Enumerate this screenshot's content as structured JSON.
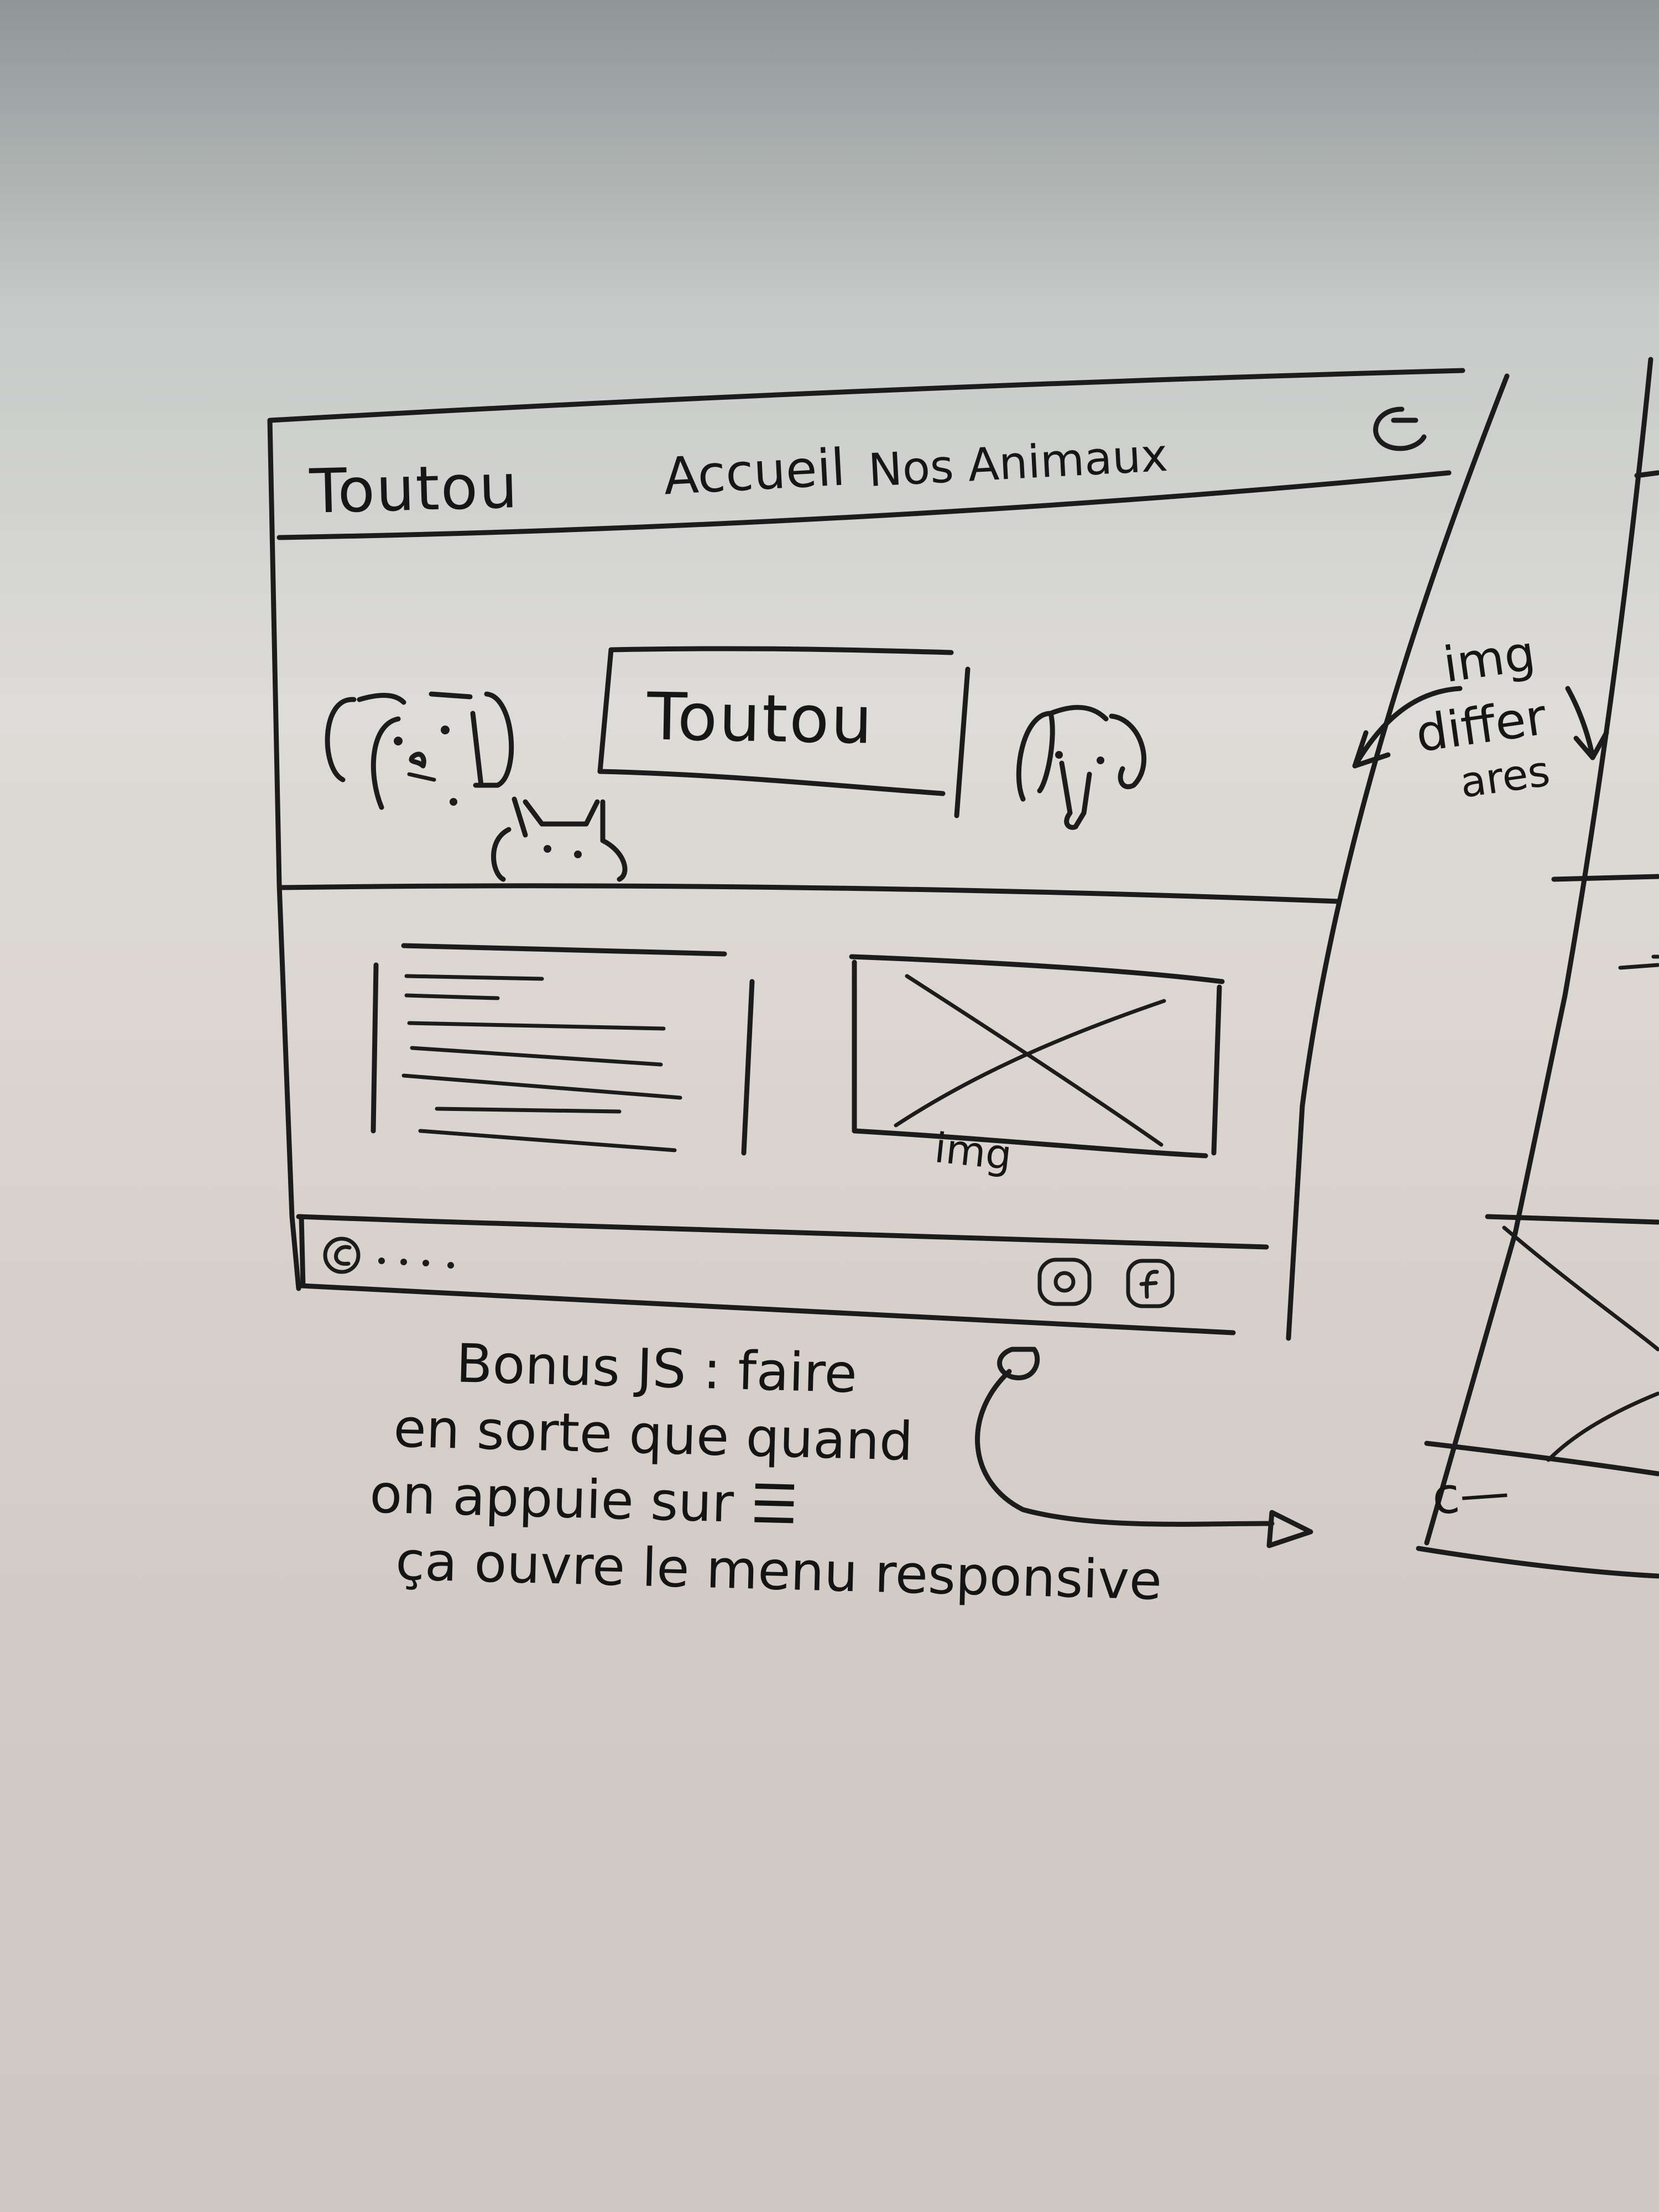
{
  "header": {
    "logo": "Toutou",
    "nav": [
      "Accueil",
      "Nos Animaux"
    ],
    "menu_icon": "menu-icon"
  },
  "hero": {
    "title": "Toutou",
    "icons": [
      "dog-face-icon",
      "cat-face-icon",
      "dog-face-icon"
    ]
  },
  "content": {
    "image_label": "img"
  },
  "footer": {
    "copyright_icon": "copyright-icon",
    "social_icons": [
      "instagram-icon",
      "facebook-icon"
    ]
  },
  "annotation_right": {
    "line1": "img",
    "line2": "differ",
    "line3": "ares"
  },
  "bonus_note": {
    "line1": "Bonus JS : faire",
    "line2": "en sorte que quand",
    "line3": "on appuie sur ☰",
    "line4": "ça ouvre le menu responsive"
  },
  "second_sketch": {
    "footer_text": "c—"
  }
}
